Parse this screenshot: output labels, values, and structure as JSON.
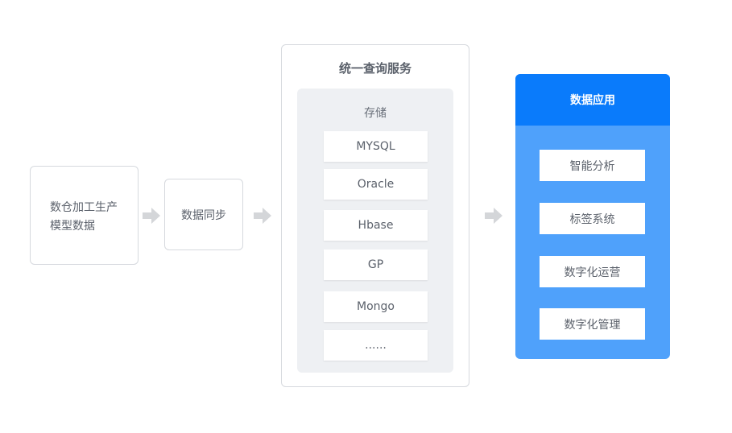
{
  "source": {
    "line1": "数仓加工生产",
    "line2": "模型数据"
  },
  "sync": {
    "label": "数据同步"
  },
  "query_service": {
    "title": "统一查询服务",
    "storage": {
      "title": "存储",
      "items": [
        "MYSQL",
        "Oracle",
        "Hbase",
        "GP",
        "Mongo",
        "......"
      ]
    }
  },
  "data_app": {
    "title": "数据应用",
    "items": [
      "智能分析",
      "标签系统",
      "数字化运营",
      "数字化管理"
    ]
  },
  "colors": {
    "border_gray": "#d6d9de",
    "panel_gray": "#eef0f3",
    "arrow_gray": "#d4d6d9",
    "app_header_blue": "#0a7bfb",
    "app_body_blue": "#4fa1fb"
  },
  "icons": [
    "arrow-right-icon"
  ]
}
